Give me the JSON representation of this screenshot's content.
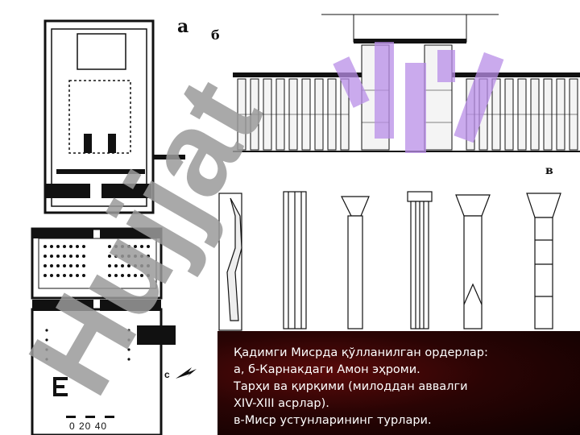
{
  "figure_labels": {
    "a": "а",
    "b": "б",
    "v": "в",
    "s": "с"
  },
  "scale_text": "0 20 40",
  "watermark_text": "Hujjat",
  "caption_lines": [
    "Қадимги Мисрда қўлланилган ордерлар:",
    "а, б-Карнакдаги Амон эҳроми.",
    "Тарҳи ва қирқими (милоддан аввалги",
    "XIV-XIII асрлар).",
    "в-Миср устунларининг турлари."
  ],
  "colors": {
    "ink": "#111111",
    "caption_bg": "#3a0606",
    "caption_text": "#ffffff",
    "watermark": "#9a9a9a",
    "hall_watermark": "#b98ee8"
  }
}
